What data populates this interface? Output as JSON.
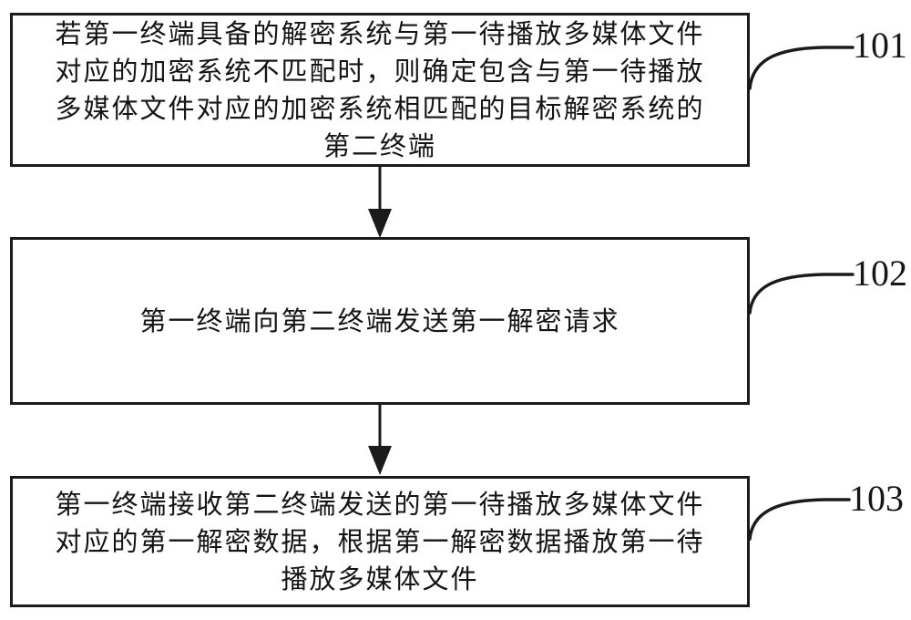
{
  "figure": {
    "background_color": "#ffffff",
    "line_color": "#1b1b1b",
    "steps": [
      {
        "label": "101",
        "lines": [
          "若第一终端具备的解密系统与第一待播放多媒体文件",
          "对应的加密系统不匹配时，则确定包含与第一待播放",
          "多媒体文件对应的加密系统相匹配的目标解密系统的",
          "第二终端"
        ]
      },
      {
        "label": "102",
        "lines": [
          "第一终端向第二终端发送第一解密请求"
        ]
      },
      {
        "label": "103",
        "lines": [
          "第一终端接收第二终端发送的第一待播放多媒体文件",
          "对应的第一解密数据，根据第一解密数据播放第一待",
          "播放多媒体文件"
        ]
      }
    ]
  }
}
